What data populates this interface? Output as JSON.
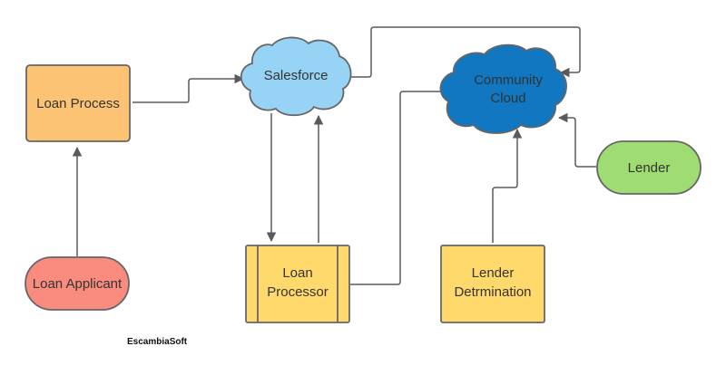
{
  "nodes": {
    "loan_process": {
      "label": "Loan Process",
      "fill": "#fdc374",
      "stroke": "#666666"
    },
    "loan_applicant": {
      "label": "Loan Applicant",
      "fill": "#f98b7f",
      "stroke": "#666666"
    },
    "salesforce": {
      "label": "Salesforce",
      "fill": "#97d3f5",
      "stroke": "#666666"
    },
    "community_cloud": {
      "line1": "Community",
      "line2": "Cloud",
      "fill": "#1077c0",
      "stroke": "#666666"
    },
    "loan_processor": {
      "line1": "Loan",
      "line2": "Processor",
      "fill": "#ffd96b",
      "stroke": "#666666"
    },
    "lender_determination": {
      "line1": "Lender",
      "line2": "Detrmination",
      "fill": "#ffd96b",
      "stroke": "#666666"
    },
    "lender": {
      "label": "Lender",
      "fill": "#9fdc72",
      "stroke": "#666666"
    }
  },
  "edges": [
    {
      "from": "Loan Applicant",
      "to": "Loan Process"
    },
    {
      "from": "Loan Process",
      "to": "Salesforce"
    },
    {
      "from": "Salesforce",
      "to": "Community Cloud"
    },
    {
      "from": "Salesforce",
      "to": "Loan Processor"
    },
    {
      "from": "Loan Processor",
      "to": "Salesforce"
    },
    {
      "from": "Loan Processor",
      "to": "Community Cloud"
    },
    {
      "from": "Lender Detrmination",
      "to": "Community Cloud"
    },
    {
      "from": "Lender",
      "to": "Community Cloud"
    }
  ],
  "colors": {
    "connector": "#5a5a5a"
  },
  "footer": {
    "brand": "EscambiaSoft"
  }
}
